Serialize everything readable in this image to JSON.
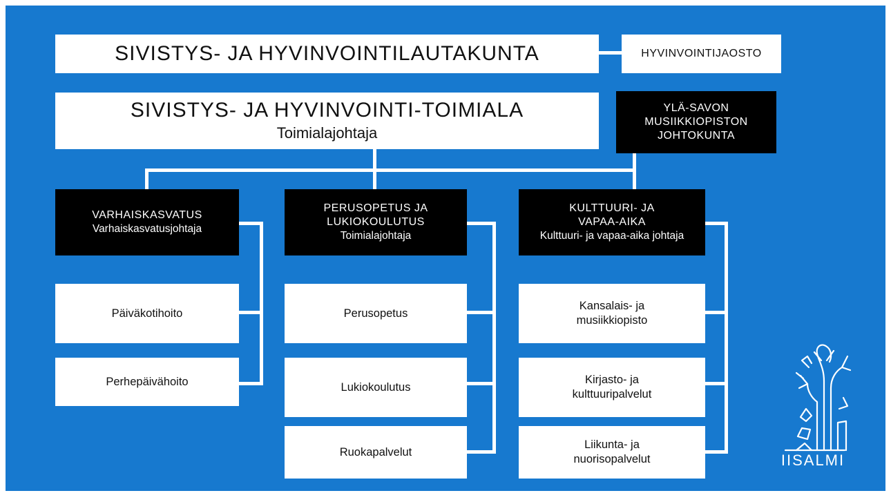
{
  "board": {
    "title": "SIVISTYS- JA HYVINVOINTILAUTAKUNTA",
    "subcommittee": "HYVINVOINTIJAOSTO"
  },
  "sector": {
    "title": "SIVISTYS- JA HYVINVOINTI-TOIMIALA",
    "head": "Toimialajohtaja"
  },
  "music_board": {
    "lines": [
      "YLÄ-SAVON",
      "MUSIIKKIOPISTON",
      "JOHTOKUNTA"
    ]
  },
  "departments": [
    {
      "title_lines": [
        "VARHAISKASVATUS"
      ],
      "head": "Varhaiskasvatusjohtaja",
      "services": [
        [
          "Päiväkotihoito"
        ],
        [
          "Perhepäivähoito"
        ]
      ]
    },
    {
      "title_lines": [
        "PERUSOPETUS JA",
        "LUKIOKOULUTUS"
      ],
      "head": "Toimialajohtaja",
      "services": [
        [
          "Perusopetus"
        ],
        [
          "Lukiokoulutus"
        ],
        [
          "Ruokapalvelut"
        ]
      ]
    },
    {
      "title_lines": [
        "KULTTUURI- JA",
        "VAPAA-AIKA"
      ],
      "head": "Kulttuuri- ja vapaa-aika johtaja",
      "services": [
        [
          "Kansalais- ja",
          "musiikkiopisto"
        ],
        [
          "Kirjasto- ja",
          "kulttuuripalvelut"
        ],
        [
          "Liikunta- ja",
          "nuorisopalvelut"
        ]
      ]
    }
  ],
  "logo": {
    "text": "IISALMI",
    "icon": "tree-icon"
  },
  "colors": {
    "background": "#1779cf",
    "box_light": "#ffffff",
    "box_dark": "#000000"
  }
}
